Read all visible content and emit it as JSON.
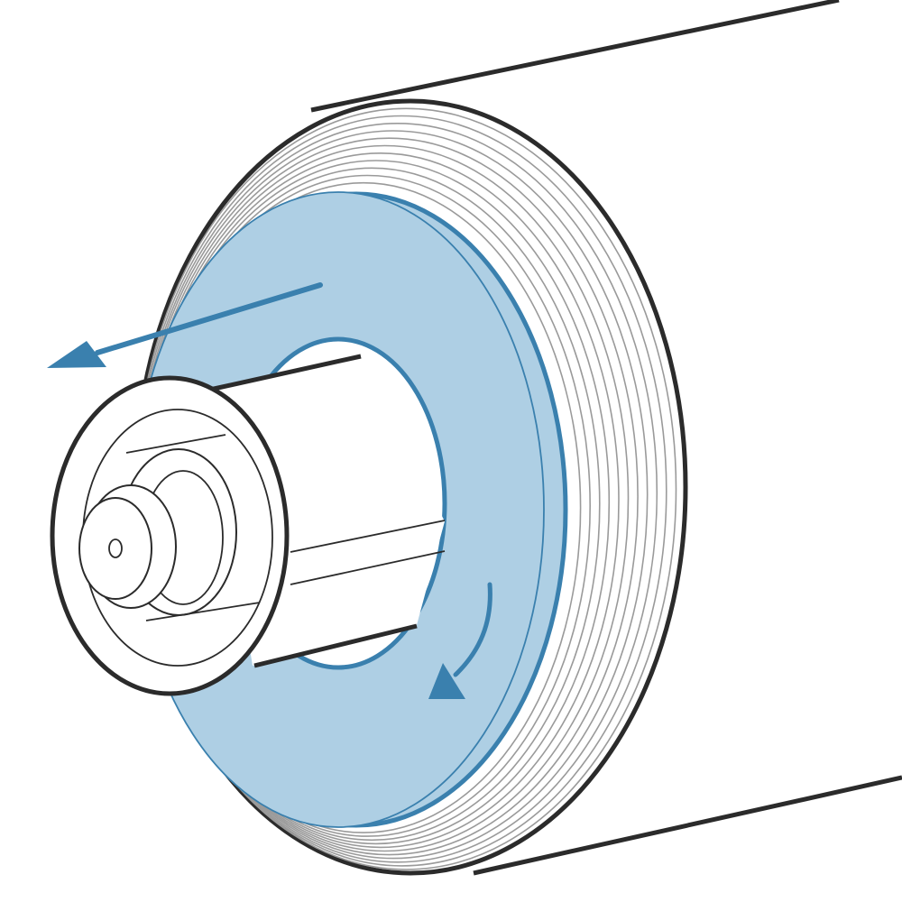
{
  "diagram": {
    "subject": "paper-roll-core-with-shaft",
    "colors": {
      "outline": "#2b2b2b",
      "layer_line": "#9a9a9a",
      "disc_fill": "#aecfe4",
      "accent": "#3a80ae",
      "background": "#ffffff"
    },
    "arrows": [
      {
        "name": "pull-out-arrow",
        "meaning": "axial"
      },
      {
        "name": "rotation-arrow",
        "meaning": "rotation"
      }
    ]
  }
}
